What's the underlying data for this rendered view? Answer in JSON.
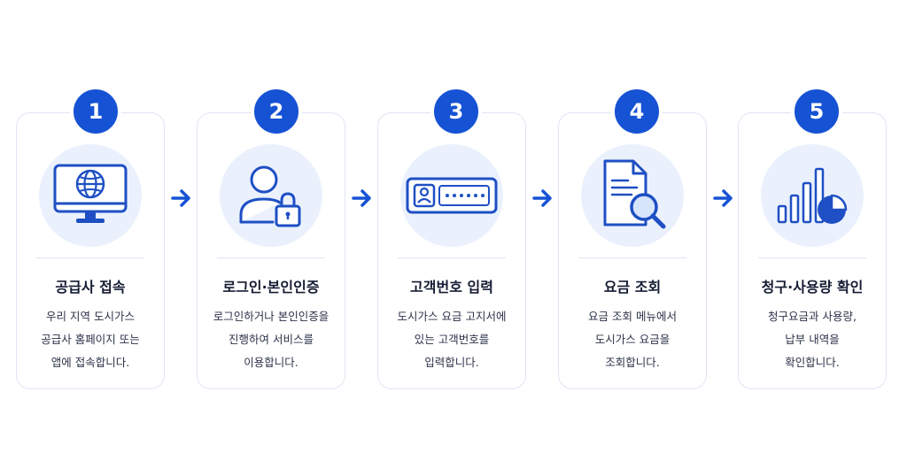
{
  "steps": [
    {
      "number": "1",
      "icon": "monitor-globe-icon",
      "title": "공급사 접속",
      "desc": [
        "우리 지역 도시가스",
        "공급사 홈페이지 또는",
        "앱에 접속합니다."
      ]
    },
    {
      "number": "2",
      "icon": "user-lock-icon",
      "title": "로그인·본인인증",
      "desc": [
        "로그인하거나 본인인증을",
        "진행하여 서비스를",
        "이용합니다."
      ]
    },
    {
      "number": "3",
      "icon": "customer-number-field-icon",
      "title": "고객번호 입력",
      "desc": [
        "도시가스 요금 고지서에",
        "있는 고객번호를",
        "입력합니다."
      ]
    },
    {
      "number": "4",
      "icon": "document-search-icon",
      "title": "요금 조회",
      "desc": [
        "요금 조회 메뉴에서",
        "도시가스 요금을",
        "조회합니다."
      ]
    },
    {
      "number": "5",
      "icon": "bar-pie-chart-icon",
      "title": "청구·사용량 확인",
      "desc": [
        "청구요금과 사용량,",
        "납부 내역을",
        "확인합니다."
      ]
    }
  ],
  "colors": {
    "accent": "#1652d4",
    "icon_bg": "#eaf1fd",
    "card_border": "#dfe5f2",
    "title": "#151c33",
    "text": "#2b3248"
  }
}
